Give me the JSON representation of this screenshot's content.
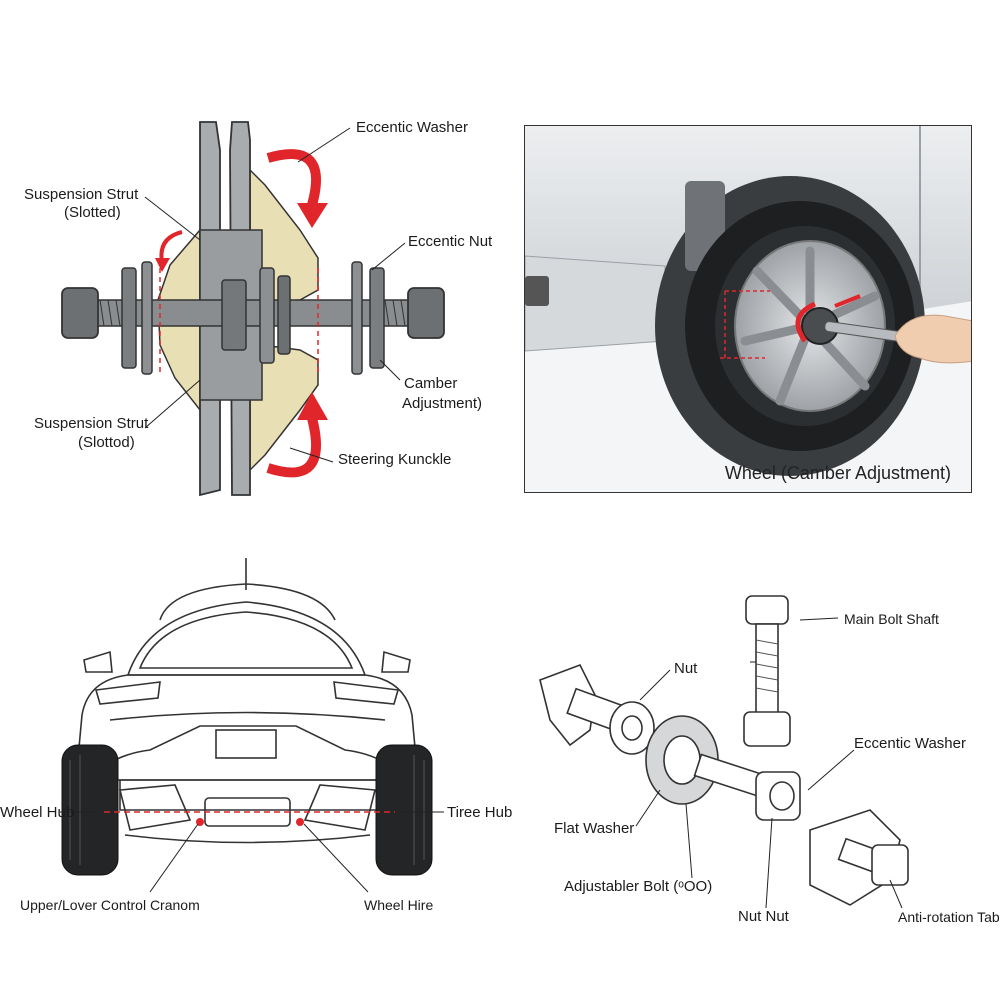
{
  "panel_a": {
    "labels": {
      "eccentric_washer": "Eccentic Washer",
      "suspension_strut_top": "Suspension Strut",
      "slotted_top": "(Slotted)",
      "eccentric_nut": "Eccentic Nut",
      "camber_adjustment_1": "Camber",
      "camber_adjustment_2": "Adjustment)",
      "suspension_strut_bottom": "Suspension Strut",
      "slotted_bottom": "(Slottod)",
      "steering_knuckle": "Steering Kunckle"
    }
  },
  "panel_b": {
    "caption": "Wheel (Camber Adjustment)"
  },
  "panel_c": {
    "labels": {
      "wheel_hub": "Wheel Hub",
      "tire_hub": "Tiree Hub",
      "control_arm": "Upper/Lover Control Cranom",
      "wheel_hire": "Wheel Hire"
    }
  },
  "panel_d": {
    "labels": {
      "main_bolt_shaft": "Main Bolt Shaft",
      "nut": "Nut",
      "eccentric_washer": "Eccentic Washer",
      "flat_washer": "Flat Washer",
      "adjustable_bolt": "Adjustabler Bolt (ᵒOO)",
      "nut_nut": "Nut Nut",
      "anti_rotation_tab": "Anti-rotation Tab"
    }
  },
  "colors": {
    "steel": "#8a8d90",
    "steel_dark": "#4a4d50",
    "knuckle": "#e9dfb4",
    "arrow_red": "#e0262a",
    "line": "#222222"
  }
}
